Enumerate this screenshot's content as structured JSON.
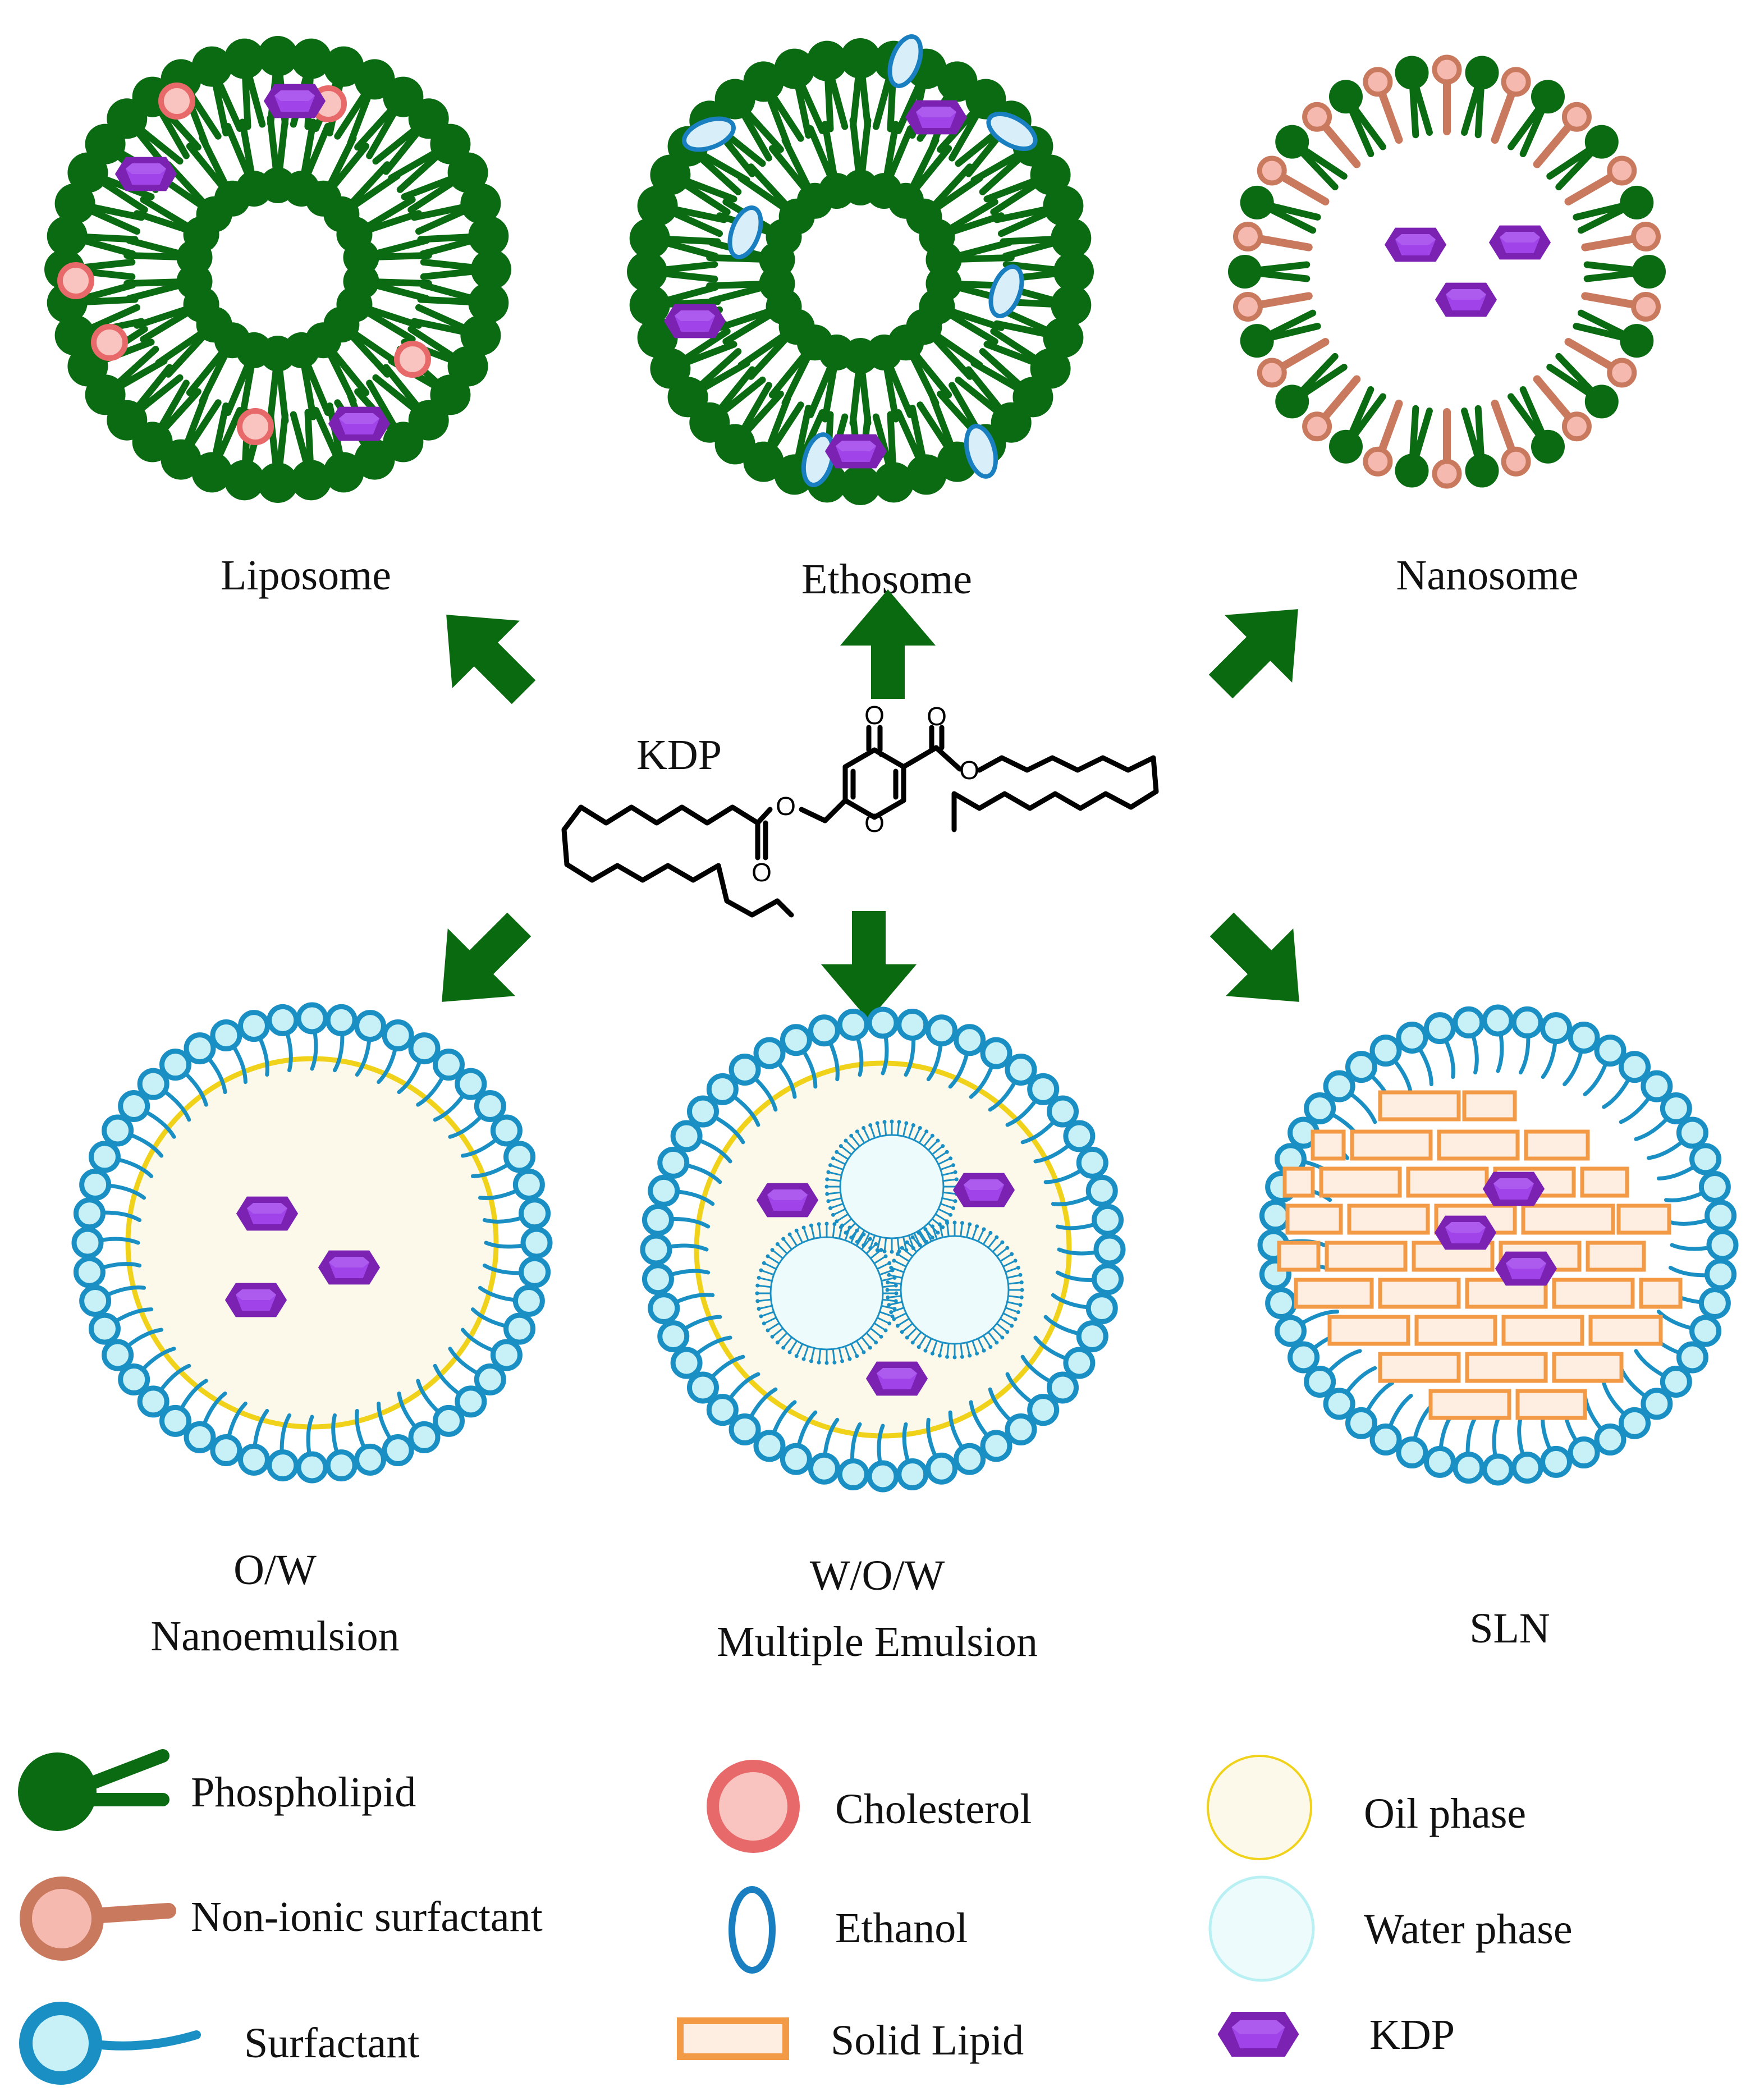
{
  "labels": {
    "liposome": "Liposome",
    "ethosome": "Ethosome",
    "nanosome": "Nanosome",
    "kdp_center": "KDP",
    "ow_line1": "O/W",
    "ow_line2": "Nanoemulsion",
    "wow_line1": "W/O/W",
    "wow_line2": "Multiple Emulsion",
    "sln": "SLN"
  },
  "legend": [
    {
      "key": "phospholipid",
      "label": "Phospholipid"
    },
    {
      "key": "nonionic",
      "label": "Non-ionic surfactant"
    },
    {
      "key": "surfactant",
      "label": "Surfactant"
    },
    {
      "key": "cholesterol",
      "label": "Cholesterol"
    },
    {
      "key": "ethanol",
      "label": "Ethanol"
    },
    {
      "key": "solidlipid",
      "label": "Solid Lipid"
    },
    {
      "key": "oil",
      "label": "Oil phase"
    },
    {
      "key": "water",
      "label": "Water phase"
    },
    {
      "key": "kdp",
      "label": "KDP"
    }
  ],
  "colors": {
    "phospholipid": "#0b6b12",
    "arrow": "#0a6a10",
    "nonionic": "#c97a5e",
    "nonionic_head": "#f6b9b0",
    "cholesterol": "#e8696a",
    "cholesterol_fill": "#f9c3bf",
    "surfactant": "#1a8fc4",
    "surfactant_fill": "#c8f0f7",
    "ethanol_stroke": "#1a7fc0",
    "ethanol_fill": "#d8eef8",
    "oil_stroke": "#f1d21a",
    "oil_fill": "#fdf9ea",
    "water_fill": "#eefbfc",
    "solidlipid_stroke": "#f39a47",
    "solidlipid_fill": "#fdeee1",
    "kdp": "#7b22b3",
    "kdp_inner": "#a044ea"
  }
}
